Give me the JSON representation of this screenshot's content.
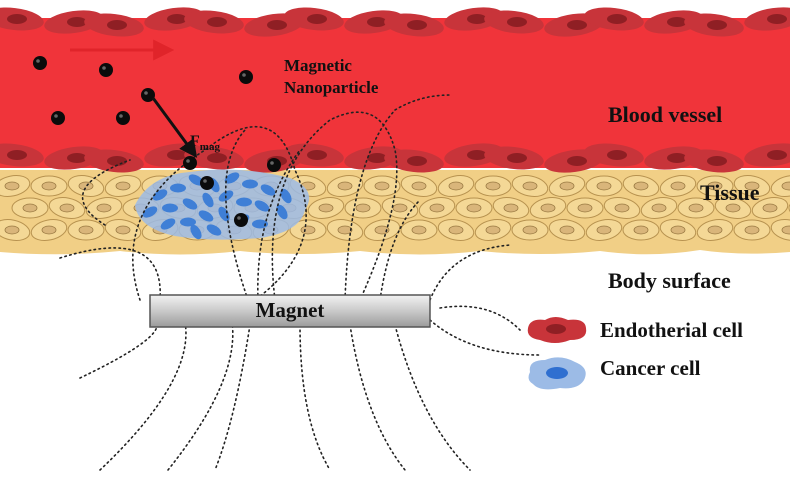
{
  "labels": {
    "blood_vessel": "Blood vessel",
    "tissue": "Tissue",
    "body_surface": "Body surface",
    "nanoparticle_line1": "Magnetic",
    "nanoparticle_line2": "Nanoparticle",
    "fmag_main": "F",
    "fmag_sub": "mag",
    "magnet": "Magnet"
  },
  "legend": {
    "endothelial": "Endotherial cell",
    "cancer": "Cancer cell"
  },
  "colors": {
    "vessel": "#f0343a",
    "endothelial": "#c8343a",
    "tissue": "#f1cf86",
    "tissue_cell": "#d9b57a",
    "cancer": "#3f7fd6",
    "cancer_halo": "#9cbbe6",
    "particle": "#0b0b0b",
    "magnet": "#c8c8c8"
  }
}
